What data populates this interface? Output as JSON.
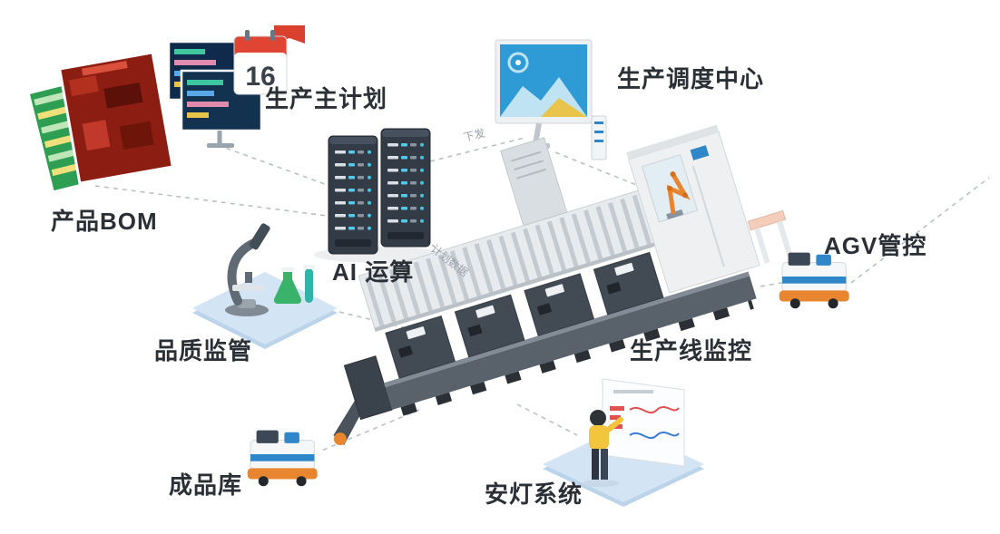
{
  "nodes": {
    "product_bom": {
      "label": "产品BOM"
    },
    "master_plan": {
      "label": "生产主计划",
      "calendar_day": "16"
    },
    "ai_compute": {
      "label": "AI 运算"
    },
    "dispatch_center": {
      "label": "生产调度中心"
    },
    "agv_control": {
      "label": "AGV管控"
    },
    "quality": {
      "label": "品质监管"
    },
    "line_monitor": {
      "label": "生产线监控"
    },
    "finished_goods": {
      "label": "成品库"
    },
    "andon": {
      "label": "安灯系统"
    }
  },
  "edge_labels": {
    "dispatch": "下发",
    "plan_data": "计划数据"
  },
  "connections": [
    {
      "from": "product_bom",
      "to": "ai_compute",
      "style": "dashed"
    },
    {
      "from": "master_plan",
      "to": "ai_compute",
      "style": "dashed"
    },
    {
      "from": "ai_compute",
      "to": "dispatch_center",
      "style": "dashed",
      "label": "下发"
    },
    {
      "from": "dispatch_center",
      "to": "line_monitor",
      "style": "dashed"
    },
    {
      "from": "ai_compute",
      "to": "line_monitor",
      "style": "dashed",
      "label": "计划数据"
    },
    {
      "from": "quality",
      "to": "line_monitor",
      "style": "dashed"
    },
    {
      "from": "line_monitor",
      "to": "finished_goods",
      "style": "dashed"
    },
    {
      "from": "line_monitor",
      "to": "andon",
      "style": "dashed"
    },
    {
      "from": "line_monitor",
      "to": "agv_control",
      "style": "dashed"
    }
  ],
  "colors": {
    "label": "#2b2f36",
    "dashed_line": "#b9c0c6",
    "platform_blue": "#d3e4f4",
    "server_dark": "#333b47",
    "accent_blue": "#2f86c8",
    "accent_orange": "#e8862f",
    "accent_red": "#d9402e",
    "sheet_green": "#2e9e53",
    "screen_blue": "#2f9bd6"
  }
}
